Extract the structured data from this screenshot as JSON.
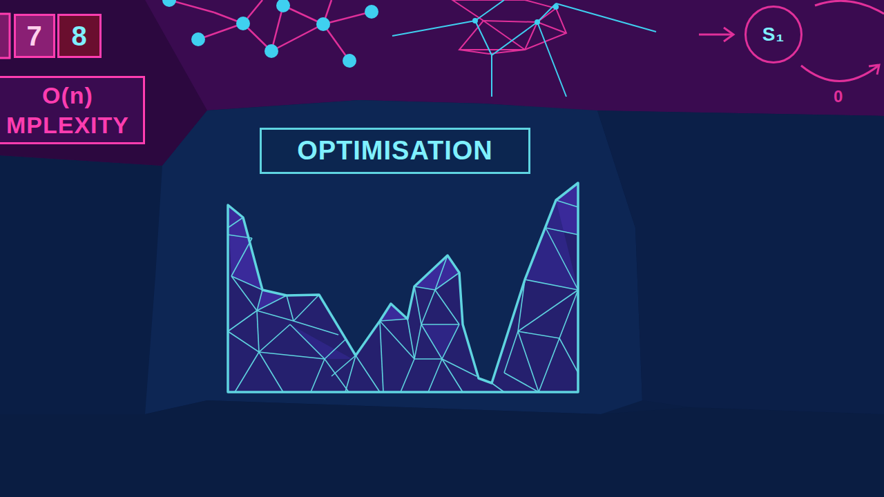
{
  "diagram": {
    "nodes": [
      {
        "text": [
          "7"
        ]
      },
      {
        "text": [
          "8"
        ]
      },
      {
        "text": [
          "O(n)",
          "MPLEXITY"
        ]
      },
      {
        "text": [
          "S₁"
        ]
      },
      {
        "text": [
          "OPTIMISATION"
        ]
      }
    ],
    "labels": [
      "0"
    ]
  }
}
